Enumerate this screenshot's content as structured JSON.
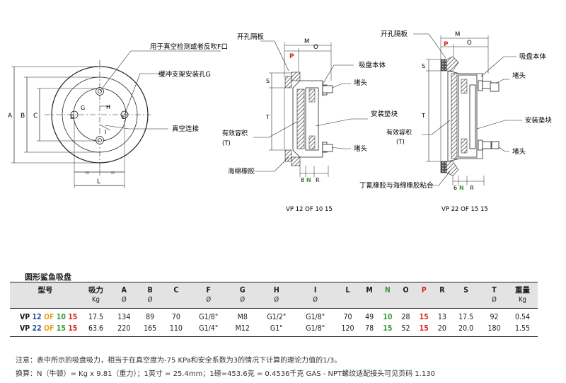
{
  "callouts": {
    "vacuum_detect": "用于真空检测或者反吹F口",
    "buffer_hole": "缓冲支架安装孔G",
    "vacuum_connect": "真空连接",
    "open_plate_1": "开孔隔板",
    "open_plate_2": "开孔隔板",
    "body_1": "吸盘本体",
    "body_2": "吸盘本体",
    "plug_1": "堵头",
    "plug_2": "堵头",
    "plug_3": "堵头",
    "plug_4": "堵头",
    "pad_1": "安装垫块",
    "pad_2": "安装垫块",
    "volume_1": "有效容积",
    "volume_1b": "(T)",
    "volume_2": "有效容积",
    "volume_2b": "(T)",
    "sponge": "海绵橡胶",
    "nitrile": "丁氰橡胶与海绵橡胶粘合"
  },
  "dims": {
    "A": "A",
    "B": "B",
    "C": "C",
    "D1": "D",
    "D2": "D",
    "E": "E",
    "G": "G",
    "H": "H",
    "I": "I",
    "L": "L",
    "eq": "=",
    "M1": "M",
    "O1": "O",
    "P1": "P",
    "S1": "S",
    "T1": "T",
    "N1": "N",
    "R1": "R",
    "num1": "8",
    "M2": "M",
    "O2": "O",
    "P2": "P",
    "S2": "S",
    "T2": "T",
    "N2": "N",
    "R2": "R",
    "num2": "6"
  },
  "models": {
    "left": "VP 12 OF 10 15",
    "right": "VP 22 OF 15 15"
  },
  "section_title": "圆形鲨鱼吸盘",
  "table": {
    "headers": [
      {
        "label": "型号",
        "sub": ""
      },
      {
        "label": "吸力",
        "sub": "Kg"
      },
      {
        "label": "A",
        "sub": "Ø"
      },
      {
        "label": "B",
        "sub": "Ø"
      },
      {
        "label": "C",
        "sub": ""
      },
      {
        "label": "F",
        "sub": "Ø"
      },
      {
        "label": "G",
        "sub": "Ø"
      },
      {
        "label": "H",
        "sub": "Ø"
      },
      {
        "label": "I",
        "sub": "Ø"
      },
      {
        "label": "L",
        "sub": ""
      },
      {
        "label": "M",
        "sub": ""
      },
      {
        "label": "N",
        "sub": ""
      },
      {
        "label": "O",
        "sub": ""
      },
      {
        "label": "P",
        "sub": ""
      },
      {
        "label": "R",
        "sub": ""
      },
      {
        "label": "S",
        "sub": ""
      },
      {
        "label": "T",
        "sub": "Ø"
      },
      {
        "label": "重量",
        "sub": "Kg"
      }
    ],
    "rows": [
      {
        "m1": "VP ",
        "m2": "12",
        "m3": " OF",
        "m4": " 10",
        "m5": " 15",
        "cells": [
          "17.5",
          "134",
          "89",
          "70",
          "G1/8\"",
          "M8",
          "G1/2\"",
          "G1/8\"",
          "70",
          "49",
          "10",
          "28",
          "15",
          "13",
          "17.5",
          "92",
          "0.54"
        ]
      },
      {
        "m1": "VP ",
        "m2": "22",
        "m3": " OF",
        "m4": " 15",
        "m5": " 15",
        "cells": [
          "63.6",
          "220",
          "165",
          "110",
          "G1/4\"",
          "M12",
          "G1\"",
          "G1/8\"",
          "120",
          "78",
          "15",
          "52",
          "15",
          "20",
          "20.0",
          "180",
          "1.55"
        ]
      }
    ]
  },
  "notes": {
    "note1": "注意：表中所示的吸盘吸力，相当于在真空度为-75 KPa和安全系数为3的情况下计算的理论力值的1/3。",
    "note2": "换算：N（牛顿）= Kg x 9.81（重力）；1英寸 = 25.4mm；1磅=453.6克 = 0.4536千克  GAS - NPT螺纹适配接头可见页码 1.130"
  }
}
